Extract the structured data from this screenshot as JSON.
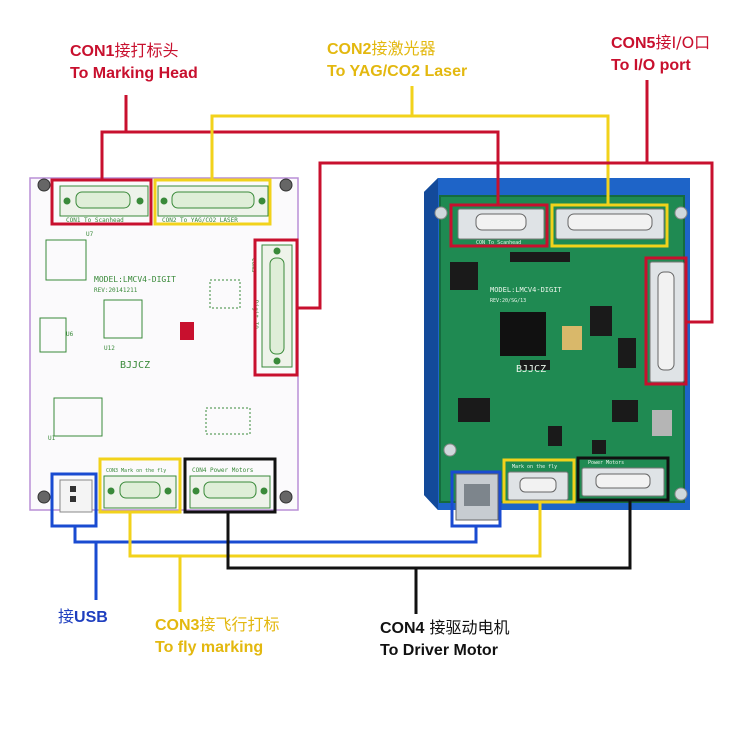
{
  "labels": {
    "con1": {
      "line1_code": "CON1",
      "line1_cn": "接打标头",
      "line2": "To Marking Head"
    },
    "con2": {
      "line1_code": "CON2",
      "line1_cn": "接激光器",
      "line2": "To YAG/CO2 Laser"
    },
    "con5": {
      "line1_code": "CON5",
      "line1_cn": "接I/O口",
      "line2": "To I/O port"
    },
    "usb": {
      "cn": "接",
      "code": "USB"
    },
    "con3": {
      "line1_code": "CON3",
      "line1_cn": "接飞行打标",
      "line2": "To fly marking"
    },
    "con4": {
      "line1_code": "CON4",
      "line1_cn": " 接驱动电机",
      "line2": "To Driver Motor"
    }
  },
  "schematic_board": {
    "con1_silk": "CON1  To Scanhead",
    "con2_silk": "CON2   To YAG/CO2 LASER",
    "con5_silk": "CON5",
    "digit_io_silk": "Digit IO",
    "model": "MODEL:LMCV4-DIGIT",
    "rev": "REV:20141211",
    "brand": "BJJCZ",
    "u7": "U7",
    "u6": "U6",
    "u12": "U12",
    "u1": "U1",
    "con3_silk": "CON3 Mark on the fly",
    "con4_silk": "CON4  Power Motors"
  },
  "photo_board": {
    "model": "MODEL:LMCV4-DIGIT",
    "rev": "REV:20/SG/13",
    "brand": "BJJCZ",
    "con1_silk": "CON  To Scanhead",
    "con3_silk": "Mark on the fly",
    "con4_silk": "Power Motors"
  },
  "colors": {
    "red": "#c8102e",
    "yellow": "#f2d21b",
    "blue": "#1a4bd1",
    "black": "#111111",
    "yellow_text": "#e3b80f",
    "blue_text": "#1f3fbf",
    "pcb_green": "#1f8a52",
    "enclosure_blue": "#1e64c8"
  }
}
